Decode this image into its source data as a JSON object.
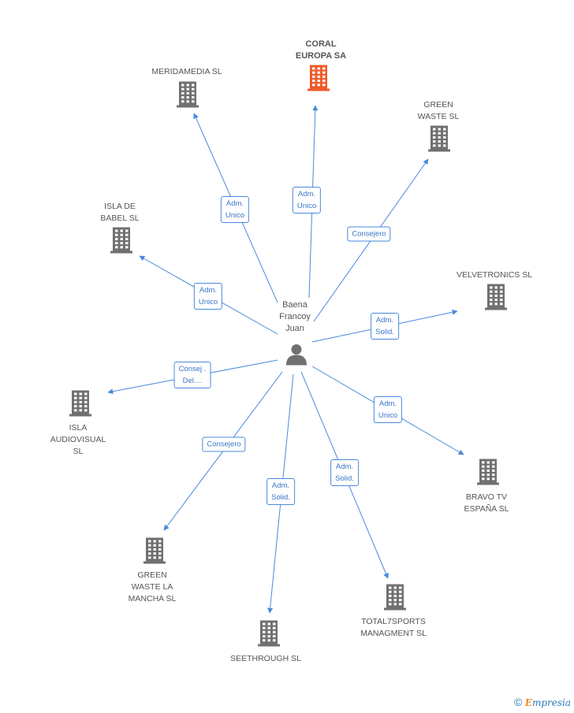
{
  "colors": {
    "edge": "#4a89dc",
    "building": "#707070",
    "building_main": "#f05a28",
    "person": "#707070"
  },
  "center": {
    "name": "Baena\nFrancoy\nJuan",
    "icon": "person-icon"
  },
  "companies": [
    {
      "id": "coral",
      "name": "CORAL\nEUROPA SA",
      "main": true,
      "relation": "Adm.\nUnico"
    },
    {
      "id": "meridamedia",
      "name": "MERIDAMEDIA SL",
      "main": false,
      "relation": "Adm.\nUnico"
    },
    {
      "id": "greenwaste",
      "name": "GREEN\nWASTE SL",
      "main": false,
      "relation": "Consejero"
    },
    {
      "id": "isladebabel",
      "name": "ISLA DE\nBABEL SL",
      "main": false,
      "relation": "Adm.\nUnico"
    },
    {
      "id": "velvetronics",
      "name": "VELVETRONICS SL",
      "main": false,
      "relation": "Adm.\nSolid."
    },
    {
      "id": "islaaudiovisual",
      "name": "ISLA\nAUDIOVISUAL\nSL",
      "main": false,
      "relation": "Consej .\nDel...."
    },
    {
      "id": "bravotv",
      "name": "BRAVO TV\nESPAÑA SL",
      "main": false,
      "relation": "Adm.\nUnico"
    },
    {
      "id": "greenwastelamancha",
      "name": "GREEN\nWASTE LA\nMANCHA  SL",
      "main": false,
      "relation": "Consejero"
    },
    {
      "id": "seethrough",
      "name": "SEETHROUGH SL",
      "main": false,
      "relation": "Adm.\nSolid."
    },
    {
      "id": "total7sports",
      "name": "TOTAL7SPORTS\nMANAGMENT SL",
      "main": false,
      "relation": "Adm.\nSolid."
    }
  ],
  "footer": {
    "copyright": "©",
    "brand_initial": "E",
    "brand_rest": "mpresia"
  }
}
